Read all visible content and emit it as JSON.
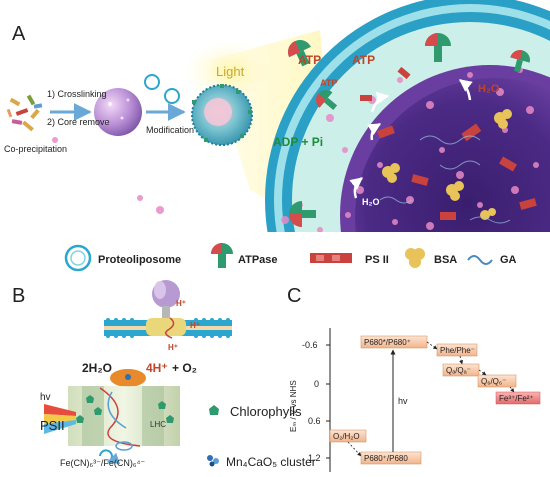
{
  "panel_a": {
    "letter": "A",
    "step_crosslinking": "1) Crosslinking",
    "step_core_remove": "2) Core remove",
    "co_precipitation": "Co-precipitation",
    "modification": "Modification",
    "light": "Light",
    "atp_1": "ATP",
    "atp_2": "ATP",
    "atp_3": "ATP",
    "adp_pi": "ADP + Pi",
    "h2o_1": "H₂O",
    "h2o_2": "H₂O",
    "legend": {
      "proteoliposome": "Proteoliposome",
      "atpase": "ATPase",
      "ps2": "PS II",
      "bsa": "BSA",
      "ga": "GA"
    }
  },
  "panel_b": {
    "letter": "B",
    "h_plus": "H⁺",
    "reaction_left": "2H₂O",
    "reaction_right_h": "4H⁺",
    "reaction_right_o": "+ O₂",
    "hv": "hv",
    "psii": "PSII",
    "lhc": "LHC",
    "chlorophylls": "Chlorophylls",
    "ferricyanide": "Fe(CN)₆³⁻/Fe(CN)₆⁴⁻",
    "cluster": "Mn₄CaO₅ cluster"
  },
  "panel_c": {
    "letter": "C",
    "y_axis_label": "Eₘ / V vs NHS",
    "y_ticks": [
      "-0.6",
      "0",
      "0.6",
      "1.2"
    ],
    "hv": "hv",
    "boxes": {
      "p680_top": "P680*/P680⁺",
      "phe": "Phe/Phe⁻",
      "qa": "Qₐ/Qₐ⁻",
      "qb": "Q₆/Q₆⁻",
      "fe": "Fe³⁺/Fe²⁺",
      "o2": "O₂/H₂O",
      "p680_bottom": "P680⁺/P680"
    },
    "colors": {
      "box_fill": "#f6c9a8",
      "fe_fill": "#f28c8c"
    }
  },
  "colors": {
    "membrane_blue": "#2ba7cf",
    "membrane_teal": "#7fd6e0",
    "atpase_green": "#2e9a6d",
    "atpase_red": "#d64b4b",
    "ps2_red": "#c9423e",
    "bsa_yellow": "#e8c35a",
    "interior_purple": "#5b2d8a",
    "text_orange": "#c0442a",
    "text_green": "#1e8a3c"
  }
}
